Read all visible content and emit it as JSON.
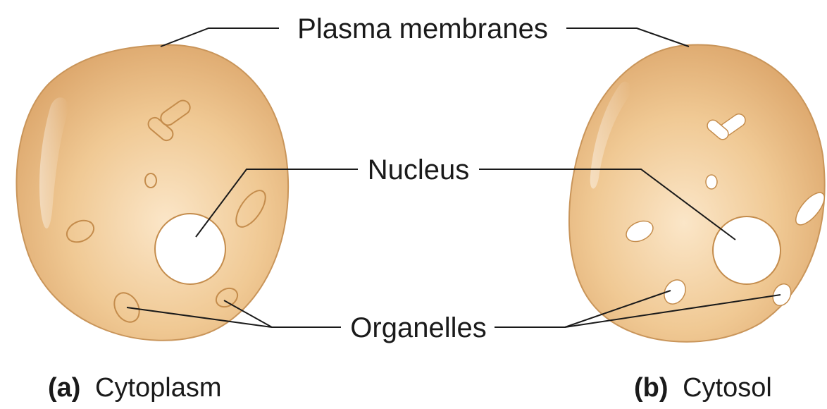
{
  "labels": {
    "plasma_membranes": "Plasma membranes",
    "nucleus": "Nucleus",
    "organelles": "Organelles"
  },
  "captions": {
    "a": {
      "letter": "(a)",
      "text": "Cytoplasm"
    },
    "b": {
      "letter": "(b)",
      "text": "Cytosol"
    }
  },
  "colors": {
    "cell_light": "#f6dcb6",
    "cell_mid": "#ecc08c",
    "cell_dark": "#dba46a",
    "outline": "#c9955a"
  }
}
